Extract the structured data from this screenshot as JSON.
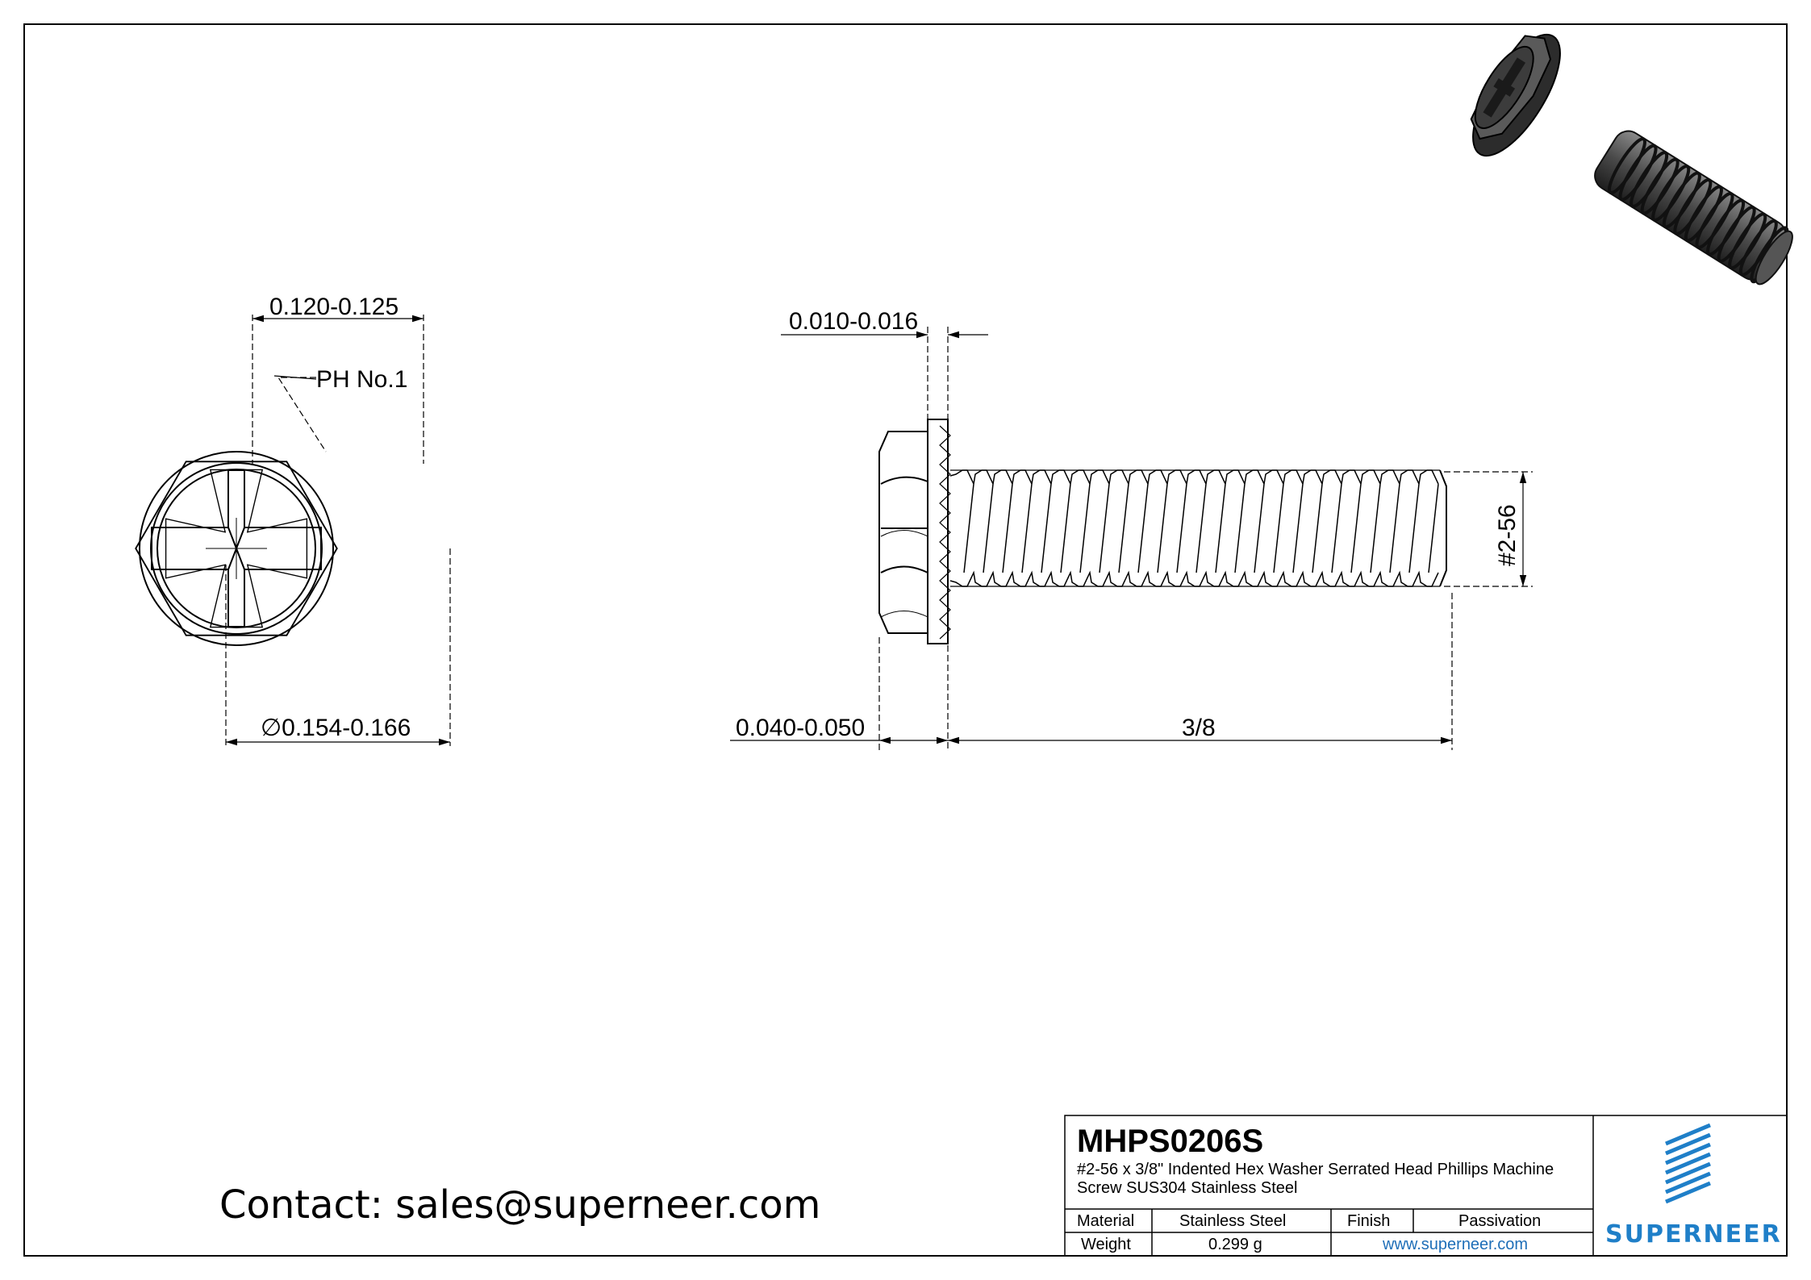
{
  "drawing": {
    "top_view": {
      "head_width_dim": "0.120-0.125",
      "drive_label": "PH No.1",
      "washer_diameter_dim": "∅0.154-0.166"
    },
    "side_view": {
      "washer_thickness_dim": "0.010-0.016",
      "head_height_dim": "0.040-0.050",
      "length_dim": "3/8",
      "thread_dim": "#2-56"
    }
  },
  "contact": "Contact: sales@superneer.com",
  "title_block": {
    "part_number": "MHPS0206S",
    "description_line1": "#2-56 x 3/8\" Indented Hex Washer Serrated Head Phillips Machine",
    "description_line2": "Screw SUS304 Stainless Steel",
    "material_label": "Material",
    "material_value": "Stainless Steel",
    "finish_label": "Finish",
    "finish_value": "Passivation",
    "weight_label": "Weight",
    "weight_value": "0.299 g",
    "website": "www.superneer.com"
  },
  "logo": {
    "brand": "SUPERNEER",
    "color": "#1f7fc8"
  },
  "icons": [
    "superneer-logo-icon",
    "screw-3d-render-icon"
  ]
}
